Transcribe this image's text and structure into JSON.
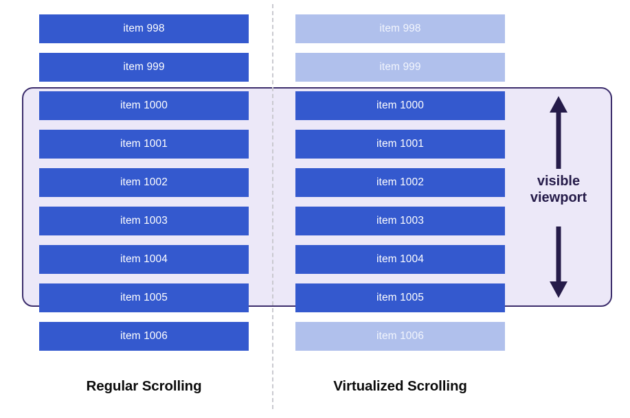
{
  "diagram": {
    "title_left": "Regular Scrolling",
    "title_right": "Virtualized Scrolling",
    "viewport_label_line1": "visible",
    "viewport_label_line2": "viewport",
    "colors": {
      "item_active": "#3459ce",
      "item_faded": "#b0c0ec",
      "viewport_fill": "#ece8f8",
      "viewport_border": "#3b2c6b",
      "arrow": "#251b49",
      "divider": "#c9c9cf",
      "caption": "#0b0b0b",
      "background": "#ffffff"
    },
    "viewport_range": {
      "first_visible": "item 1000",
      "last_visible": "item 1005"
    },
    "columns": {
      "regular": {
        "name": "Regular Scrolling",
        "items": [
          {
            "label": "item 998",
            "rendered": true,
            "in_viewport": false
          },
          {
            "label": "item 999",
            "rendered": true,
            "in_viewport": false
          },
          {
            "label": "item 1000",
            "rendered": true,
            "in_viewport": true
          },
          {
            "label": "item 1001",
            "rendered": true,
            "in_viewport": true
          },
          {
            "label": "item 1002",
            "rendered": true,
            "in_viewport": true
          },
          {
            "label": "item 1003",
            "rendered": true,
            "in_viewport": true
          },
          {
            "label": "item 1004",
            "rendered": true,
            "in_viewport": true
          },
          {
            "label": "item 1005",
            "rendered": true,
            "in_viewport": true
          },
          {
            "label": "item 1006",
            "rendered": true,
            "in_viewport": false
          }
        ]
      },
      "virtualized": {
        "name": "Virtualized Scrolling",
        "items": [
          {
            "label": "item 998",
            "rendered": false,
            "in_viewport": false
          },
          {
            "label": "item 999",
            "rendered": false,
            "in_viewport": false
          },
          {
            "label": "item 1000",
            "rendered": true,
            "in_viewport": true
          },
          {
            "label": "item 1001",
            "rendered": true,
            "in_viewport": true
          },
          {
            "label": "item 1002",
            "rendered": true,
            "in_viewport": true
          },
          {
            "label": "item 1003",
            "rendered": true,
            "in_viewport": true
          },
          {
            "label": "item 1004",
            "rendered": true,
            "in_viewport": true
          },
          {
            "label": "item 1005",
            "rendered": true,
            "in_viewport": true
          },
          {
            "label": "item 1006",
            "rendered": false,
            "in_viewport": false
          }
        ]
      }
    }
  }
}
